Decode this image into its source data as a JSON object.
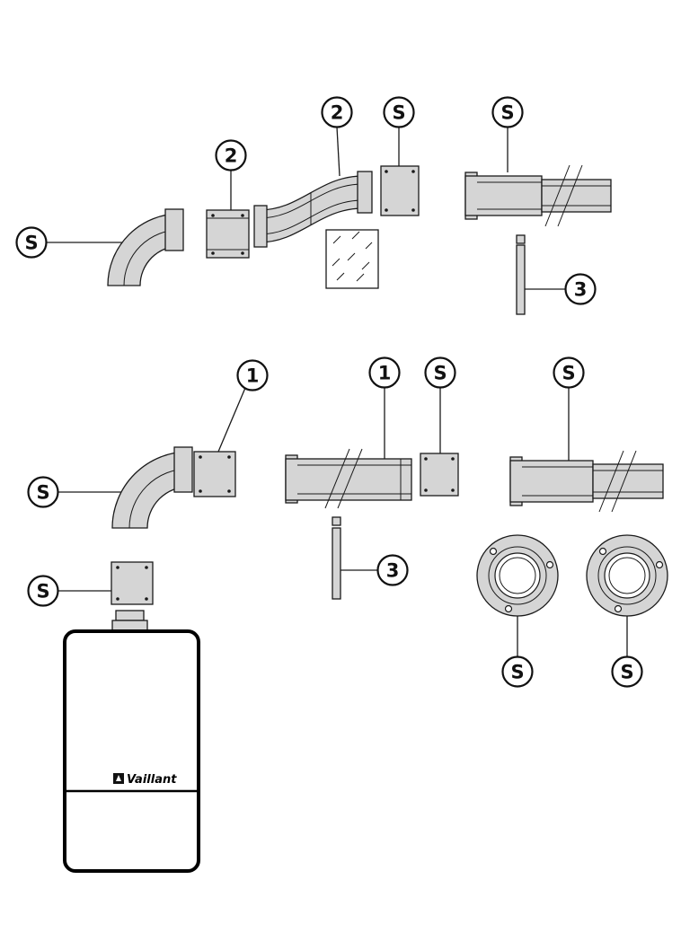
{
  "figure": {
    "brand": "Vaillant",
    "callouts": {
      "elbow_top": "S",
      "clamp_top": "2",
      "offset_bend": "2",
      "plate_top": "S",
      "pipe_top": "S",
      "strip_top": "3",
      "plate_bottom_1": "1",
      "pipe_mid": "1",
      "plate_mid": "S",
      "pipe_right": "S",
      "elbow_bottom": "S",
      "plate_left": "S",
      "strip_bottom": "3",
      "flange_left": "S",
      "flange_right": "S"
    },
    "colors": {
      "part_fill": "#d5d5d5",
      "line": "#1a1a1a"
    }
  }
}
